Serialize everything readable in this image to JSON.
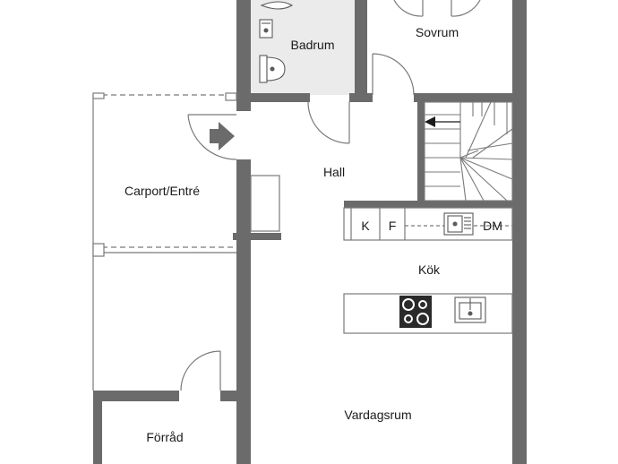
{
  "rooms": {
    "badrum": "Badrum",
    "sovrum": "Sovrum",
    "hall": "Hall",
    "carport": "Carport/Entré",
    "kok": "Kök",
    "vardagsrum": "Vardagsrum",
    "forrad": "Förråd"
  },
  "appliances": {
    "kyl": "K",
    "frys": "F",
    "diskmaskin": "DM"
  },
  "colors": {
    "wall": "#6b6b6b",
    "floor_wet": "#ebebeb",
    "line": "#7a7a7a",
    "text": "#1a1a1a"
  },
  "icons": [
    "entrance-arrow-icon",
    "stair-direction-arrow-icon",
    "hob-icon",
    "sink-icon",
    "toilet-icon",
    "washbasin-icon"
  ]
}
